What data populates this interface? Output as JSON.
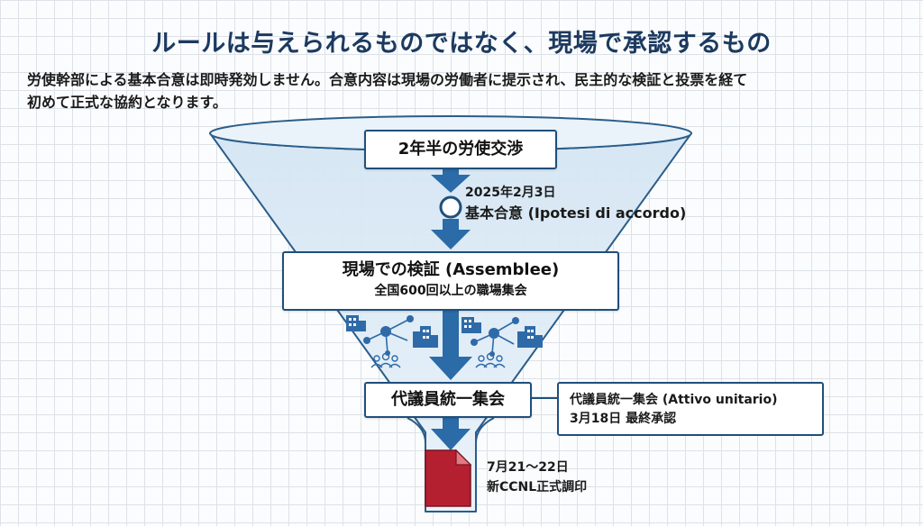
{
  "title": "ルールは与えられるものではなく、現場で承認するもの",
  "intro": {
    "line1": "労使幹部による基本合意は即時発効しません。合意内容は現場の労働者に提示され、民主的な検証と投票を経て",
    "line2": "初めて正式な協約となります。"
  },
  "stages": {
    "negotiation": "2年半の労使交渉",
    "agreement_date": "2025年2月3日",
    "agreement": "基本合意 (Ipotesi di accordo)",
    "assemblies_title": "現場での検証 (Assemblee)",
    "assemblies_sub": "全国600回以上の職場集会",
    "delegates": "代議員統一集会",
    "delegates_note_title": "代議員統一集会 (Attivo unitario)",
    "delegates_note_sub": "3月18日 最終承認",
    "signing_date": "7月21～22日",
    "signing": "新CCNL正式調印"
  },
  "colors": {
    "title": "#1c3a60",
    "border": "#1f4f7c",
    "arrow": "#2a6ba8",
    "funnel_fill": "#dbe9f4",
    "icon": "#2f6aa8",
    "document": "#b52030"
  },
  "icons": [
    "building-icon",
    "network-icon",
    "people-icon",
    "document-icon"
  ]
}
